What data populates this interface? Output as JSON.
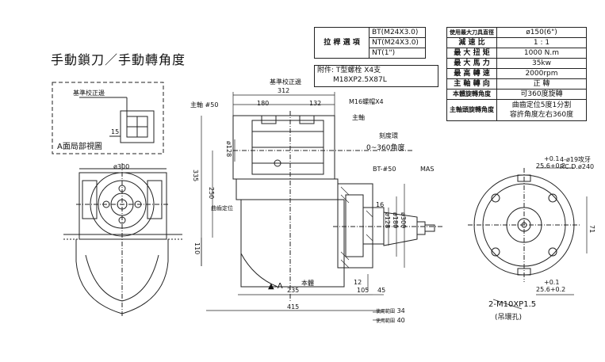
{
  "title": "手動鎖刀／手動轉角度",
  "shank": {
    "label": "拉 桿 選 項",
    "options": [
      "BT(M24X3.0)",
      "NT(M24X3.0)",
      "NT(1\")"
    ]
  },
  "accessory": {
    "line1": "附件: T型螺栓 X4支",
    "line2": "M18XP2.5X87L"
  },
  "specs": [
    {
      "key": "使用最大刀具直徑",
      "value": "ø150(6\")"
    },
    {
      "key": "減 速 比",
      "value": "1 : 1"
    },
    {
      "key": "最 大 扭 矩",
      "value": "1000 N.m"
    },
    {
      "key": "最 大 馬 力",
      "value": "35kw"
    },
    {
      "key": "最 高 轉 速",
      "value": "2000rpm"
    },
    {
      "key": "主 軸 轉 向",
      "value": "正 轉"
    },
    {
      "key": "本體旋轉角度",
      "value": "可360度旋轉"
    },
    {
      "key": "主軸頭旋轉角度",
      "value": "曲齒定位5度1分割",
      "value2": "容許角度左右360度"
    }
  ],
  "detail": {
    "ref_surface": "基準校正邊",
    "num15": "15",
    "caption": "A面局部視圖",
    "dia300": "ø300"
  },
  "side": {
    "ref_surface": "基準校正邊",
    "spindle": "主軸",
    "spindle2": "主軸",
    "bore": "#50",
    "d312": "312",
    "d180": "180",
    "d132": "132",
    "bolt": "M16螺帽X4",
    "scale": "刻度環",
    "angle": "0~360角度",
    "d128v": "ø128",
    "d335": "335",
    "d250": "250",
    "curvedpos": "曲齒定位",
    "bt50": "BT-#50",
    "mas": "MAS",
    "d16": "16",
    "d128": "ø128",
    "d180h": "ø180",
    "d300": "ø300",
    "d110": "110",
    "body": "本體",
    "d12": "12",
    "d235": "235",
    "d105": "105",
    "d45": "45",
    "d415": "415",
    "d34": "34",
    "d40": "40",
    "d34l": "使用範圍",
    "d40l": "使用範圍",
    "arrowA": "A"
  },
  "front": {
    "p01a": "+0.1",
    "key1": "25.6+0.2",
    "holes": "4-ø19攻牙",
    "pcd": "P.C.D.ø240",
    "d71": "71",
    "p01b": "+0.1",
    "key2": "25.6+0.2",
    "thread": "2-M10XP1.5",
    "lift": "(吊環孔)"
  }
}
